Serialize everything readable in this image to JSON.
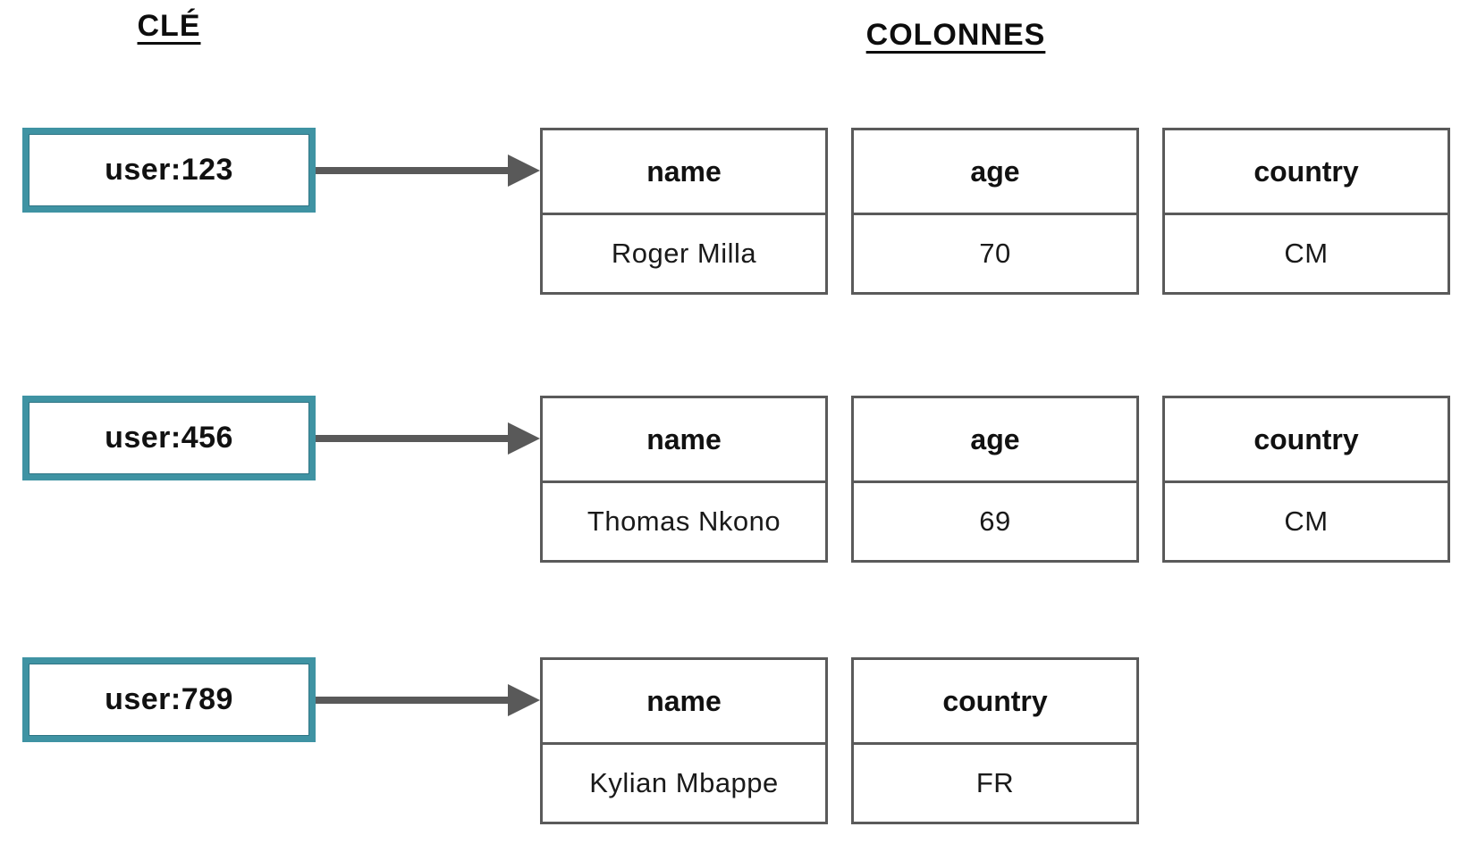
{
  "titles": {
    "key_section": "CLÉ",
    "columns_section": "COLONNES"
  },
  "colors": {
    "key_border": "#3f93a3",
    "arrow": "#595959",
    "box_border": "#5a5a5a",
    "text": "#111111"
  },
  "rows": [
    {
      "key": "user:123",
      "columns": [
        {
          "header": "name",
          "value": "Roger Milla"
        },
        {
          "header": "age",
          "value": "70"
        },
        {
          "header": "country",
          "value": "CM"
        }
      ]
    },
    {
      "key": "user:456",
      "columns": [
        {
          "header": "name",
          "value": "Thomas Nkono"
        },
        {
          "header": "age",
          "value": "69"
        },
        {
          "header": "country",
          "value": "CM"
        }
      ]
    },
    {
      "key": "user:789",
      "columns": [
        {
          "header": "name",
          "value": "Kylian Mbappe"
        },
        {
          "header": "country",
          "value": "FR"
        }
      ]
    }
  ]
}
